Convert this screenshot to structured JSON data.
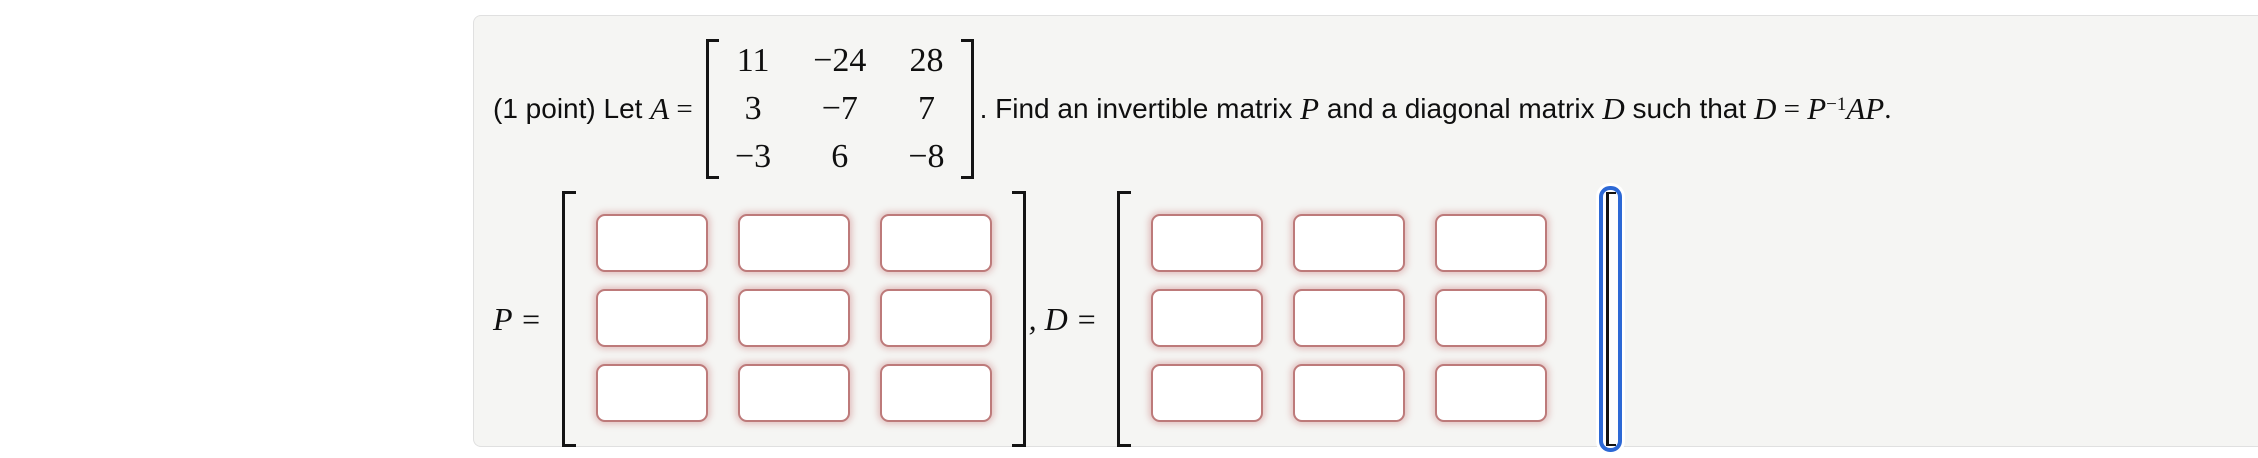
{
  "problem": {
    "points_label": "(1 point) ",
    "let_label": "Let ",
    "A_var": "A",
    "equals": " = ",
    "matrix_A": {
      "name": "A",
      "rows": [
        [
          "11",
          "−24",
          "28"
        ],
        [
          "3",
          "−7",
          "7"
        ],
        [
          "−3",
          "6",
          "−8"
        ]
      ]
    },
    "after_matrix": ". Find an invertible matrix ",
    "P_var": "P",
    "mid1": " and a diagonal matrix ",
    "D_var": "D",
    "mid2": " such that ",
    "equation": {
      "lhs": "D",
      "eq": " = ",
      "base": "P",
      "sup": "−1",
      "rest": "AP",
      "period": "."
    }
  },
  "answer": {
    "p_label": "P = ",
    "d_label": ", D = ",
    "p_matrix": {
      "rows": 3,
      "cols": 3,
      "cells": [
        [
          "",
          "",
          ""
        ],
        [
          "",
          "",
          ""
        ],
        [
          "",
          "",
          ""
        ]
      ],
      "placeholder": ""
    },
    "d_matrix": {
      "rows": 3,
      "cols": 3,
      "cells": [
        [
          "",
          "",
          ""
        ],
        [
          "",
          "",
          ""
        ],
        [
          "",
          "",
          ""
        ]
      ],
      "placeholder": ""
    }
  },
  "colors": {
    "panel_bg": "#f5f5f3",
    "panel_border": "#e0e0e0",
    "input_border": "#bd7a7a",
    "input_glow": "rgba(199,120,120,0.45)",
    "focus_blue": "#2c68d5",
    "text": "#0f0f0f"
  }
}
